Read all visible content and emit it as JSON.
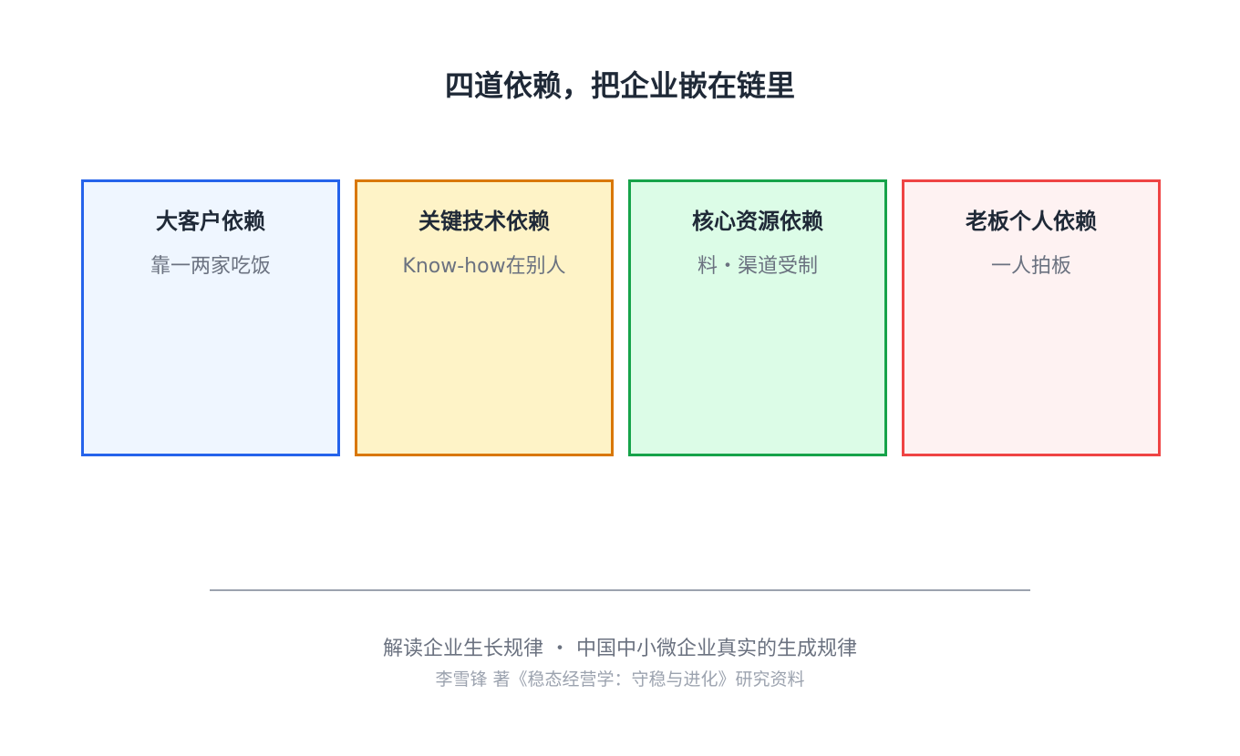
{
  "title": "四道依赖，把企业嵌在链里",
  "cards": [
    {
      "title": "大客户依赖",
      "desc": "靠一两家吃饭",
      "border_color": "#2563eb",
      "fill_color": "#eff6ff"
    },
    {
      "title": "关键技术依赖",
      "desc": "Know-how在别人",
      "border_color": "#d97706",
      "fill_color": "#fef3c7"
    },
    {
      "title": "核心资源依赖",
      "desc": "料・渠道受制",
      "border_color": "#16a34a",
      "fill_color": "#dcfce7"
    },
    {
      "title": "老板个人依赖",
      "desc": "一人拍板",
      "border_color": "#ef4444",
      "fill_color": "#fef2f2"
    }
  ],
  "footer": {
    "line1": "解读企业生长规律 ・ 中国中小微企业真实的生成规律",
    "line2": "李雪锋 著《稳态经营学：守稳与进化》研究资料"
  }
}
